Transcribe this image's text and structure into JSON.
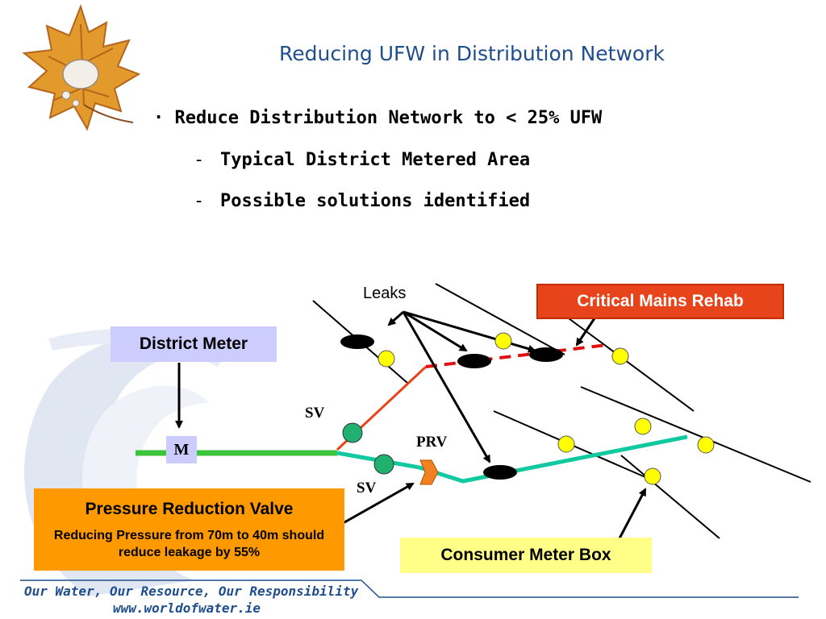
{
  "title": "Reducing UFW in Distribution Network",
  "bullets": {
    "main": "Reduce Distribution Network to < 25% UFW",
    "sub1": "Typical District Metered Area",
    "sub2": "Possible solutions identified",
    "dash": "-",
    "dot": "·"
  },
  "labels": {
    "leaks": "Leaks",
    "critical_mains": "Critical Mains Rehab",
    "district_meter": "District Meter",
    "meter": "M",
    "sv_top": "SV",
    "sv_bottom": "SV",
    "prv": "PRV",
    "consumer_meter": "Consumer Meter Box"
  },
  "prv_box": {
    "title": "Pressure Reduction Valve",
    "subtitle": "Reducing Pressure from 70m to 40m should reduce leakage by 55%"
  },
  "footer": {
    "slogan": "Our Water, Our Resource, Our Responsibility",
    "url": "www.worldofwater.ie"
  },
  "colors": {
    "title": "#1f4e8c",
    "main_pipe": "#3cc43c",
    "low_pressure_pipe": "#11c9a0",
    "high_pressure_pipe": "#e8441b",
    "critical_main": "#e01010",
    "sv_valve": "#20b070",
    "prv_valve": "#f08020",
    "consumer_meter": "#ffff00",
    "leak": "#000000",
    "district_meter_box": "#ccccff",
    "critical_box": "#e8441b",
    "prv_box": "#ff9900",
    "consumer_box": "#ffff88"
  }
}
